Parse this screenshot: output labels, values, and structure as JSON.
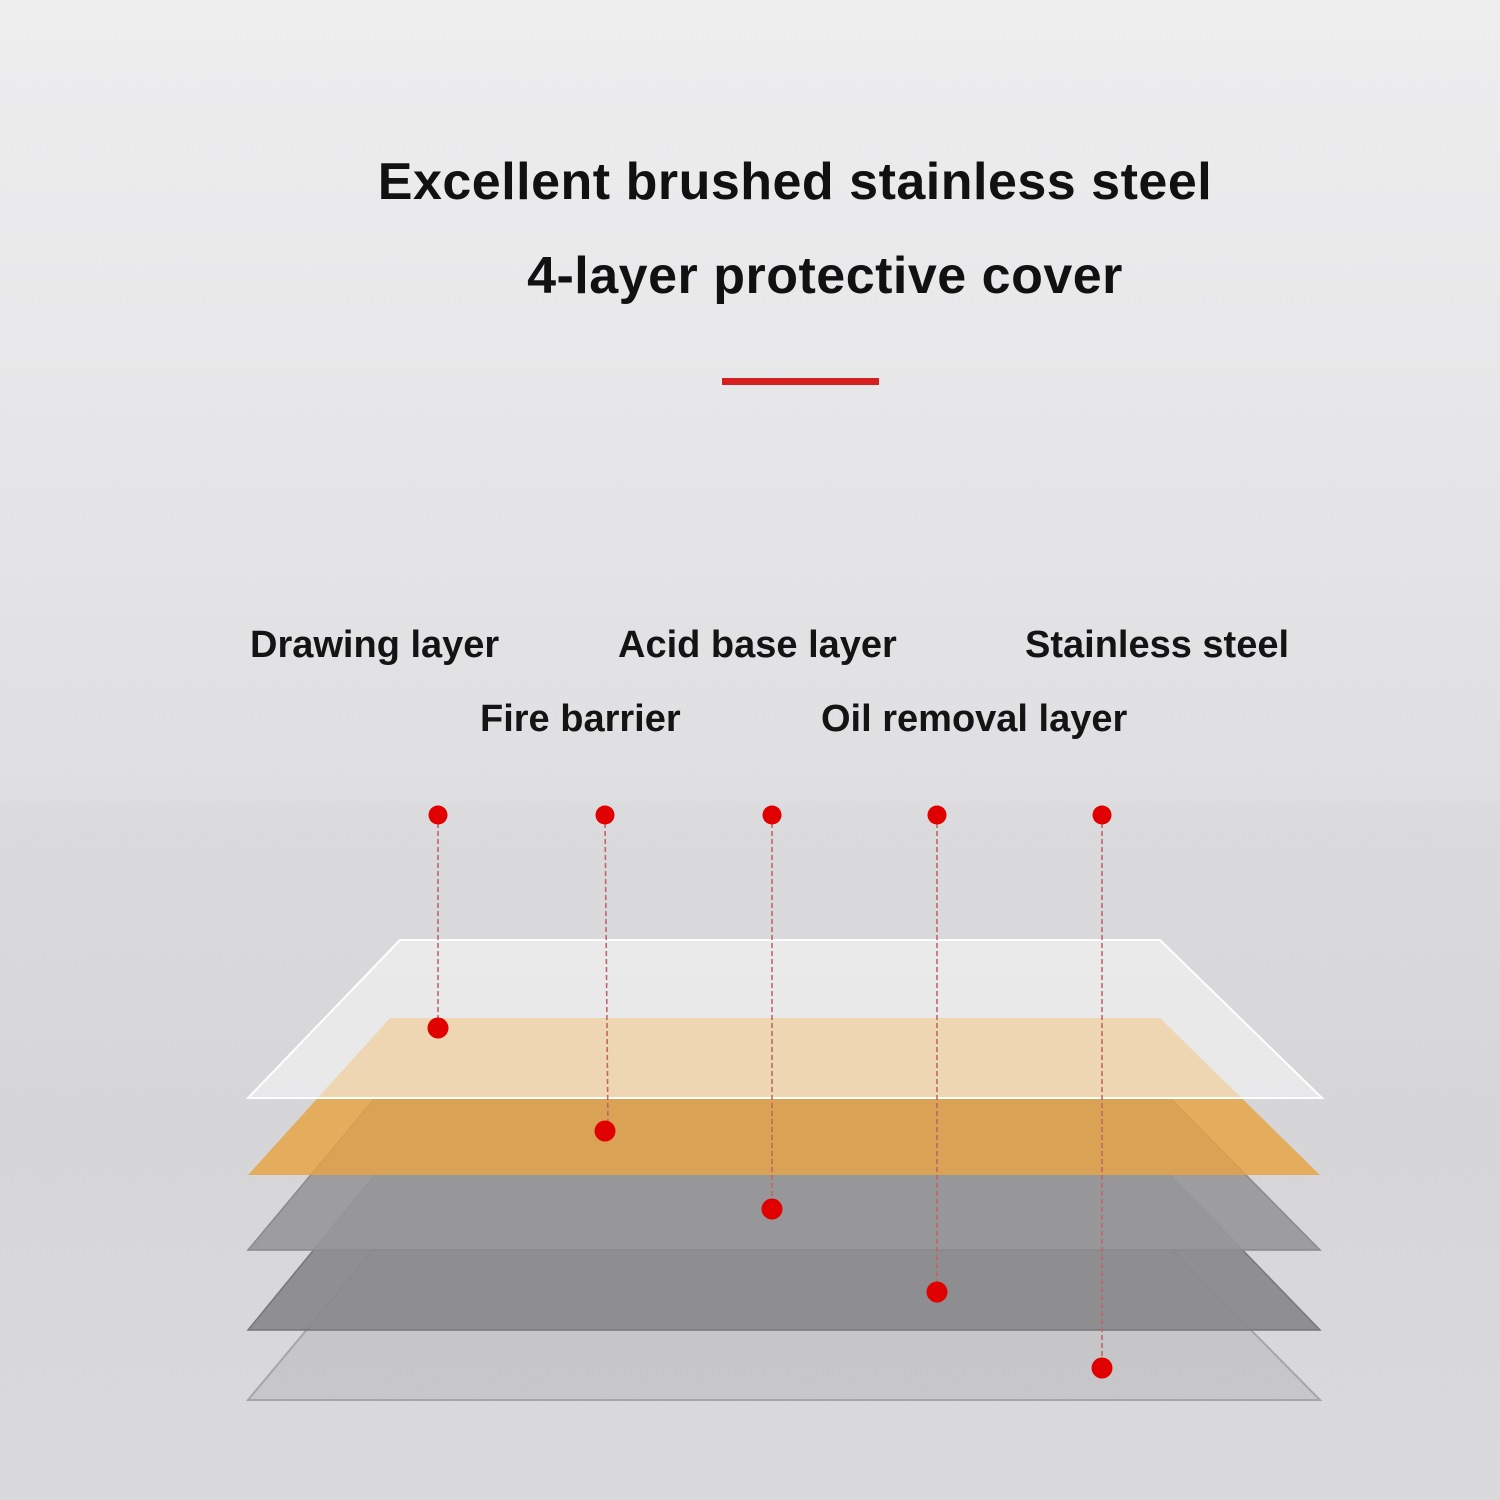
{
  "title": {
    "line1": "Excellent brushed stainless steel",
    "line2": "4-layer protective cover"
  },
  "labels": {
    "drawing_layer": "Drawing layer",
    "acid_base_layer": "Acid base layer",
    "stainless_steel": "Stainless steel",
    "fire_barrier": "Fire barrier",
    "oil_removal_layer": "Oil removal layer"
  },
  "colors": {
    "accent_red": "#e00000",
    "divider_red": "#d62020",
    "layer_transparent": "#f4f4f5",
    "layer_orange": "#e9a847",
    "layer_dark_gray": "#7d7d80",
    "layer_mid_gray": "#909093",
    "layer_light_gray": "#c3c3c6"
  }
}
